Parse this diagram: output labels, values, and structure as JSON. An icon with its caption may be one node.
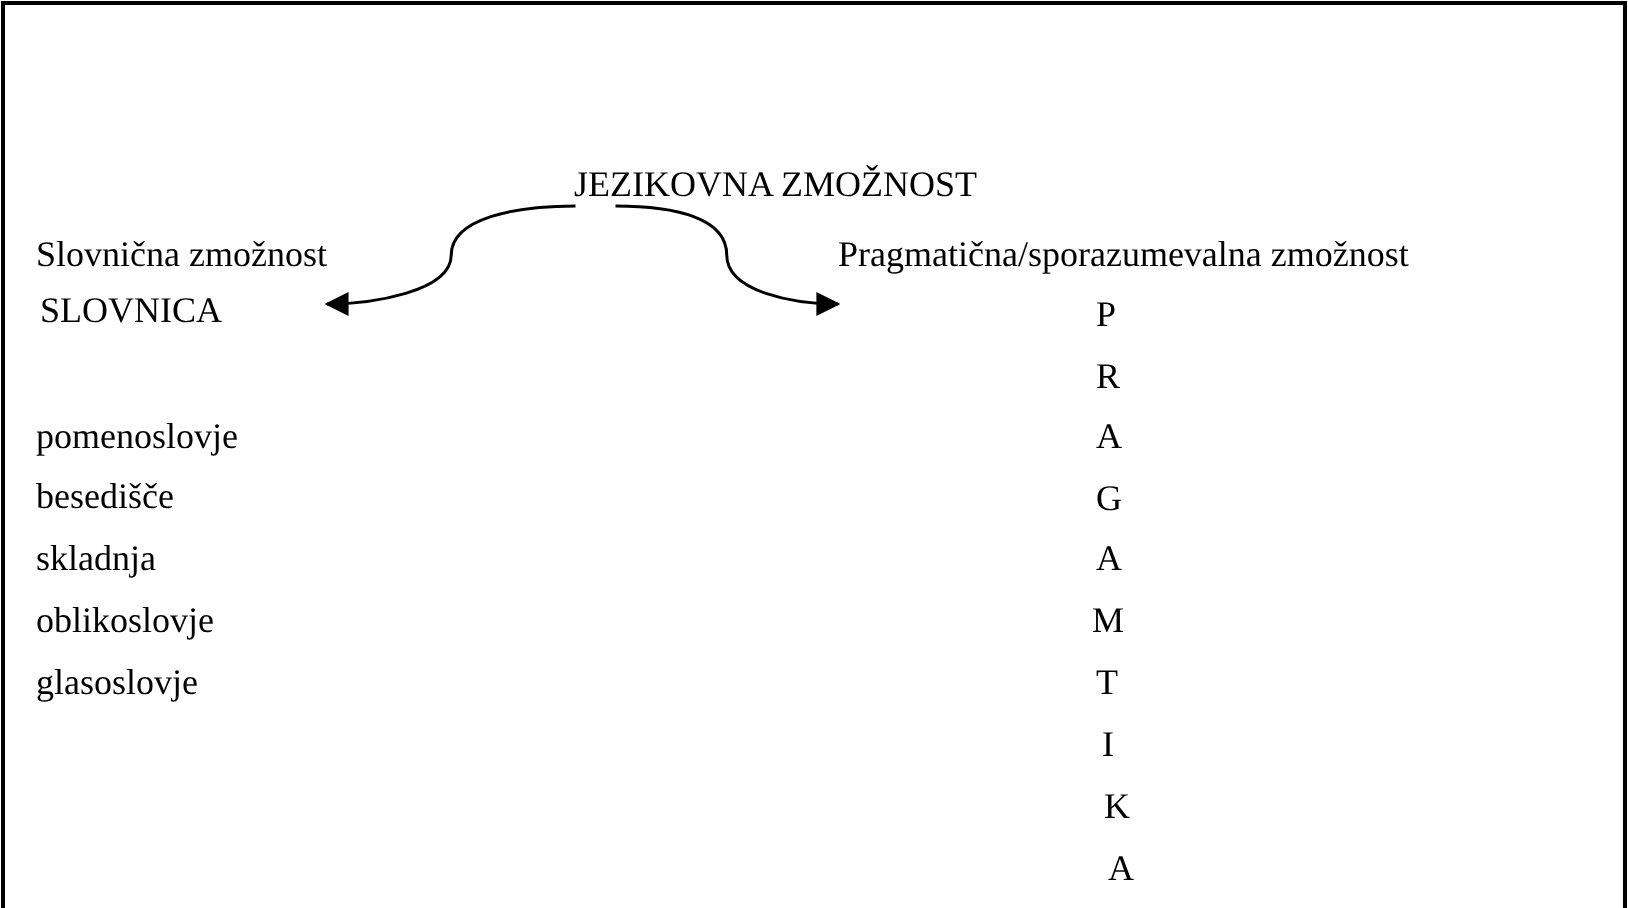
{
  "diagram": {
    "nodes": [
      {
        "text": [
          "JEZIKOVNA ZMOŽNOST"
        ]
      },
      {
        "text": [
          "Slovnična zmožnost",
          "SLOVNICA",
          "pomenoslovje",
          "besedišče",
          "skladnja",
          "oblikoslovje",
          "glasoslovje"
        ]
      },
      {
        "text": [
          "Pragmatična/sporazumevalna zmožnost",
          "P",
          "R",
          "A",
          "G",
          "A",
          "M",
          "T",
          "I",
          "K",
          "A"
        ]
      }
    ],
    "edges": [
      {
        "from": 0,
        "to": 1,
        "arrow": "to"
      },
      {
        "from": 0,
        "to": 2,
        "arrow": "to"
      }
    ]
  }
}
